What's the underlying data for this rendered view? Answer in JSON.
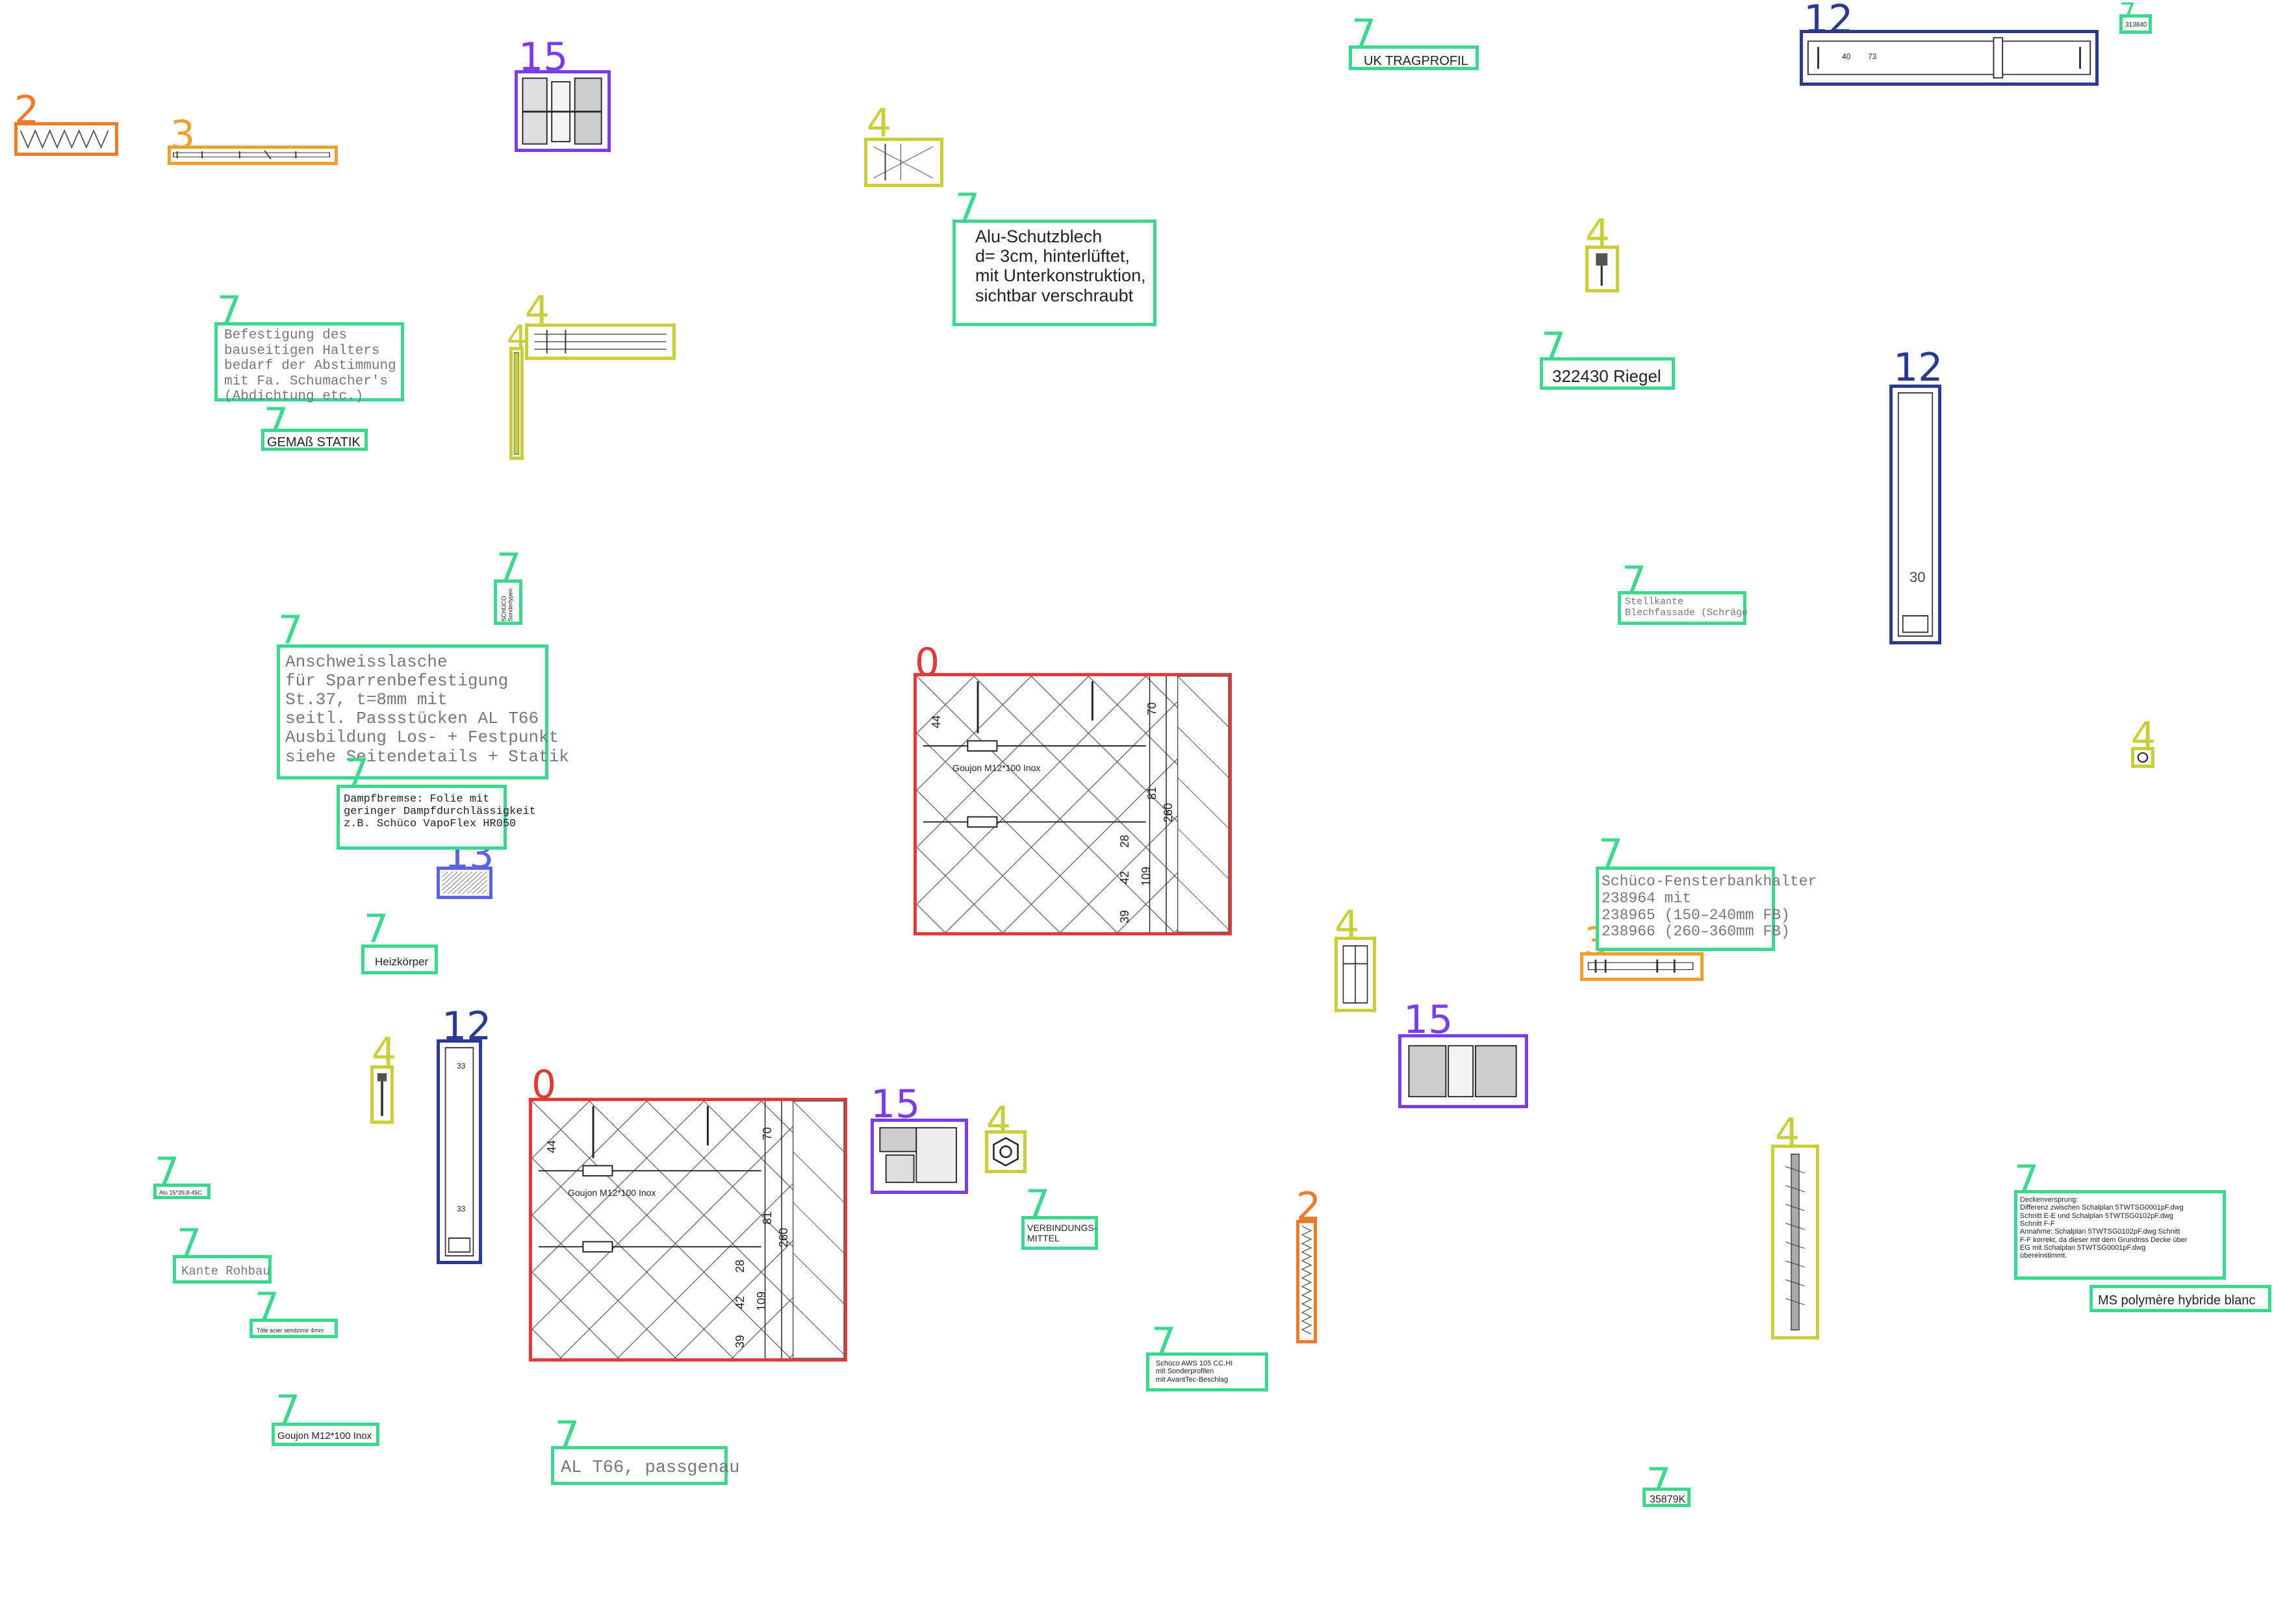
{
  "classes": {
    "c0": "0",
    "c2": "2",
    "c3": "3",
    "c4": "4",
    "c7": "7",
    "c12": "12",
    "c13": "13",
    "c15": "15"
  },
  "colors": {
    "c0": "#e03a3a",
    "c2": "#ee7a2c",
    "c3": "#f0a030",
    "c4": "#c9cf3c",
    "c7": "#3fd68f",
    "c12": "#2a3b8f",
    "c13": "#5a62e6",
    "c15": "#7b3ee6"
  },
  "texts": {
    "uk_tragprofil": "UK TRAGPROFIL",
    "alu_schutzblech": "Alu-Schutzblech\nd= 3cm, hinterlüftet,\nmit Unterkonstruktion,\nsichtbar verschraubt",
    "riegel": "322430 Riegel",
    "befestigung": "Befestigung des\nbauseitigen Halters\nbedarf der Abstimmung\nmit Fa. Schumacher's\n(Abdichtung etc.)",
    "gemass_statik": "GEMAß STATIK",
    "stellkante": "Stellkante\nBlechfassade (Schräge",
    "vertical_small": "SCHÜCO\nSondertypen",
    "anschweisslasche": "Anschweisslasche\nfür Sparrenbefestigung\nSt.37, t=8mm mit\nseitl. Passstücken AL T66\nAusbildung Los- + Festpunkt\nsiehe Seitendetails + Statik",
    "dampfbremse": "Dampfbremse: Folie mit\ngeringer Dampfdurchlässigkeit\nz.B. Schüco VapoFlex HR050",
    "fensterbankhalter": "Schüco-Fensterbankhalter\n238964 mit\n238965 (150–240mm FB)\n238966 (260–360mm FB)",
    "heizkorper": "Heizkörper",
    "alu_small": "Alu 15*39,8-45C",
    "kante_rohbau": "Kante Rohbau",
    "toles": "Tôle acier sendzimir 4mm",
    "goujon_label": "Goujon M12*100 Inox",
    "verbindungsmittel": "VERBINDUNGS-\nMITTEL",
    "deckenversprung": "Deckenversprung:\nDifferenz zwischen Schalplan 5TWTSG0001pF.dwg\nSchnitt E-E und Schalplan 5TWTSG0102pF.dwg\nSchnitt F-F\nAnnahme: Schalplan 5TWTSG0102pF.dwg Schnitt\nF-F korrekt, da dieser mit dem Grundriss Decke über\nEG mit Schalplan 5TWTSG0001pF.dwg\nübereinstimmt.",
    "ms_polymere": "MS polymère hybride blanc",
    "schuco_aws": "Schüco AWS 105 CC.HI\nmit Sonderprofilen\nmit AvantTec-Beschlag",
    "al_t66": "AL T66, passgenau",
    "num_35879": "35879K",
    "small_tr": "313840"
  },
  "section_detail": {
    "goujon": "Goujon M12*100 Inox",
    "dims": [
      "44",
      "70",
      "81",
      "260",
      "28",
      "42",
      "109",
      "39"
    ]
  },
  "profile_12_top": {
    "marks": [
      "40",
      "73"
    ]
  },
  "profile_12_right": {
    "marks": [
      "30"
    ]
  },
  "profile_12_left": {
    "marks": [
      "33",
      "33"
    ]
  }
}
